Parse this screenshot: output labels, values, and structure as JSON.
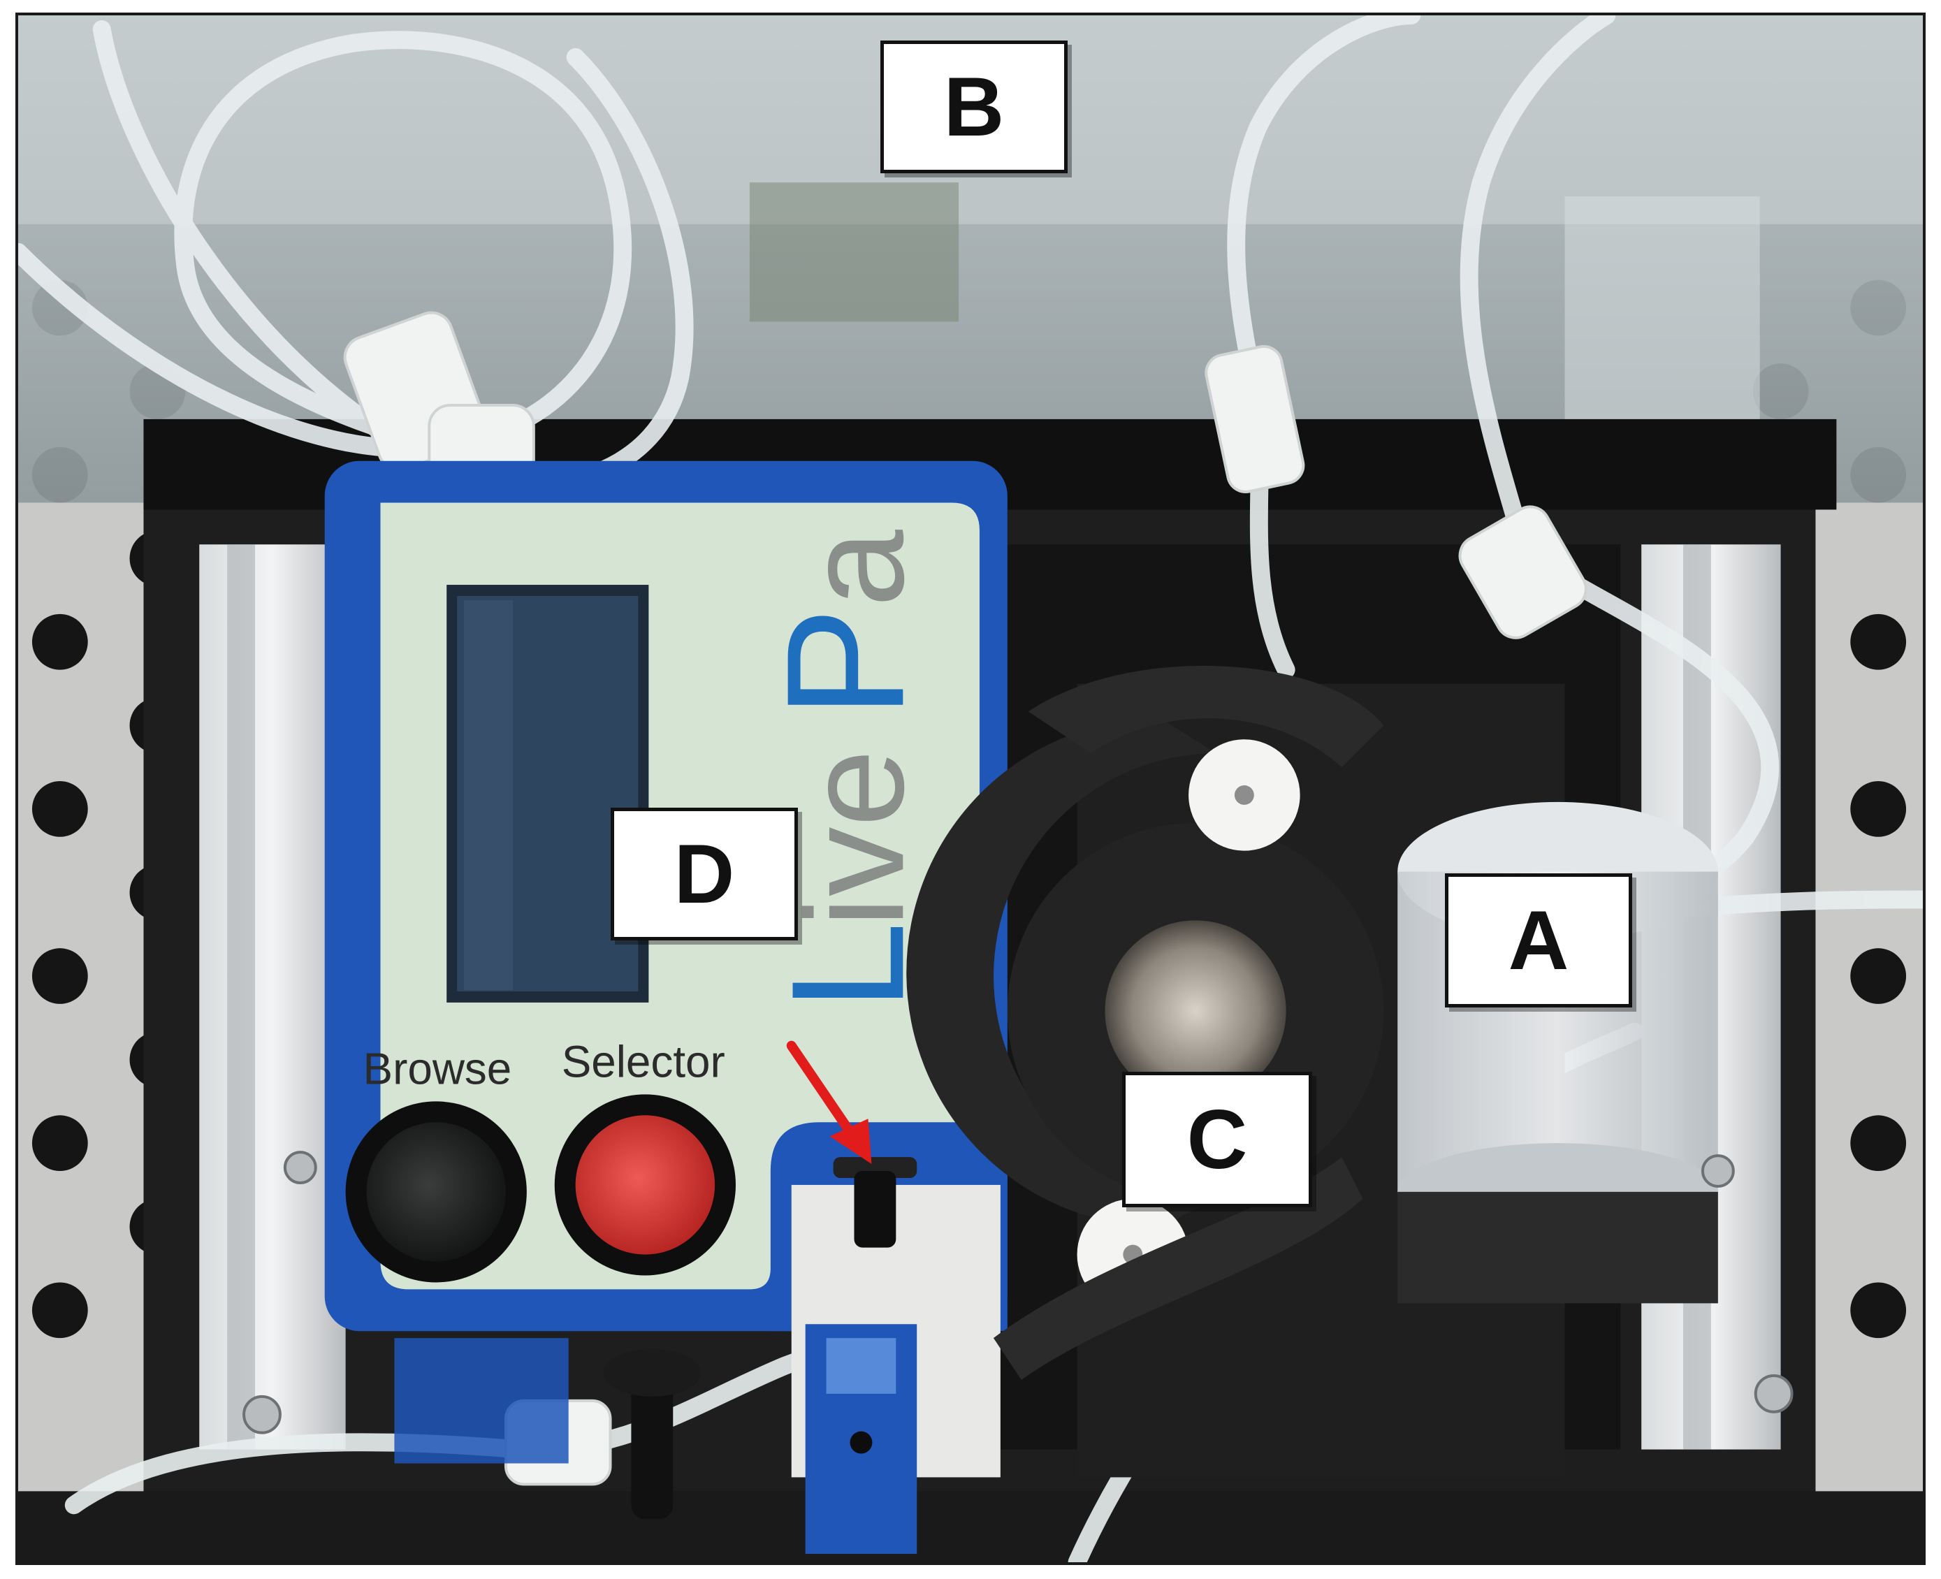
{
  "labels": {
    "a": "A",
    "b": "B",
    "c": "C",
    "d": "D"
  },
  "device": {
    "browse_label": "Browse",
    "selector_label": "Selector",
    "brand_letter_l": "L",
    "brand_letters_ive": "ive",
    "brand_letter_p": "P",
    "brand_letter_a": "a"
  },
  "colors": {
    "device_housing": "#1f56b8",
    "panel_face": "#d6e4d4",
    "brand_blue": "#1f6fbf",
    "brand_grey": "#8a8f8c",
    "browse_button": "#1b1d1c",
    "selector_button": "#d9312e",
    "arrow": "#e21b1b",
    "pump_body": "#262626",
    "metal_plate": "#c9c9c7"
  },
  "icons": {
    "pointer": "red-arrow-icon"
  }
}
